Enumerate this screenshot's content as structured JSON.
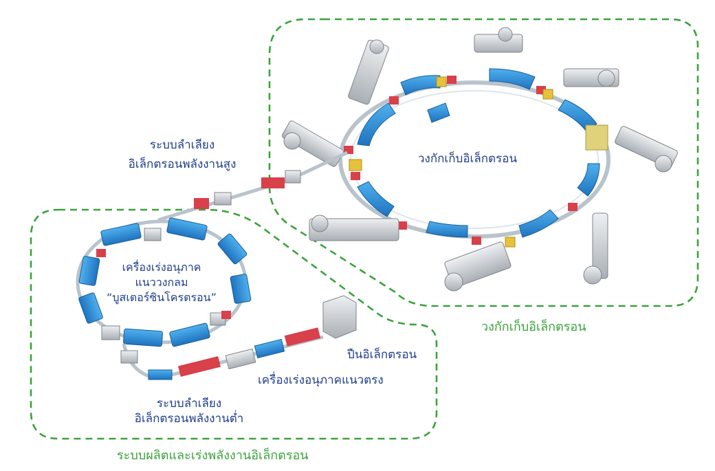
{
  "colors": {
    "label_blue": "#1f3e8c",
    "label_green": "#3aa23a",
    "region_outline": "#3aa23a",
    "dipole_magnet": "#2d8fd5",
    "quadrupole_magnet": "#d8404a",
    "rf_cavity": "#e6c23a",
    "equipment_gray": "#a7adb3"
  },
  "labels": {
    "hebt_line1": "ระบบลำเลียง",
    "hebt_line2": "อิเล็กตรอนพลังงานสูง",
    "storage_ring_inner": "วงกักเก็บอิเล็กตรอน",
    "booster_line1": "เครื่องเร่งอนุภาค",
    "booster_line2": "แนววงกลม",
    "booster_line3": "“บูสเตอร์ซินโครตรอน”",
    "electron_gun": "ปืนอิเล็กตรอน",
    "linac": "เครื่องเร่งอนุภาคแนวตรง",
    "lebt_line1": "ระบบลำเลียง",
    "lebt_line2": "อิเล็กตรอนพลังงานต่ำ"
  },
  "regions": {
    "storage_ring_region": "วงกักเก็บอิเล็กตรอน",
    "injector_region": "ระบบผลิตและเร่งพลังงานอิเล็กตรอน"
  }
}
